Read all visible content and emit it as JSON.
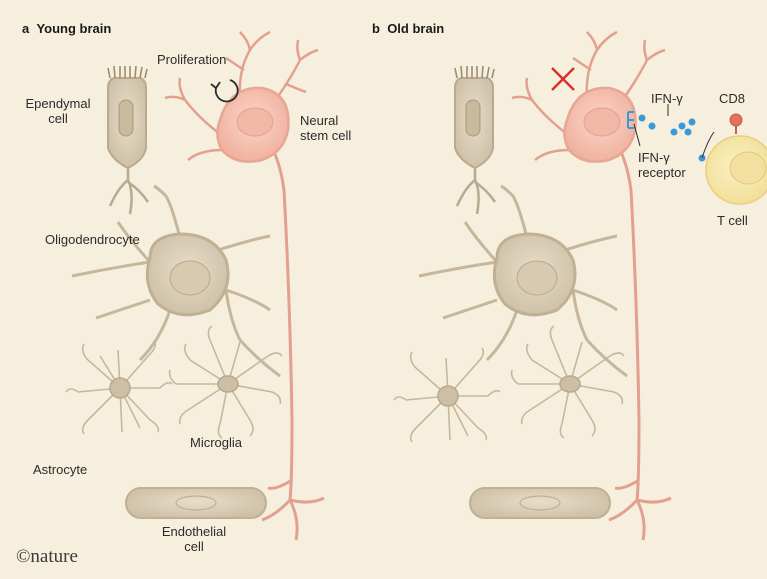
{
  "panels": {
    "a": {
      "letter": "a",
      "title": "Young brain"
    },
    "b": {
      "letter": "b",
      "title": "Old brain"
    }
  },
  "labels": {
    "ependymal": "Ependymal",
    "ependymal2": "cell",
    "proliferation": "Proliferation",
    "neural": "Neural",
    "neural2": "stem cell",
    "oligodendrocyte": "Oligodendrocyte",
    "astrocyte": "Astrocyte",
    "microglia": "Microglia",
    "endothelial": "Endothelial",
    "endothelial2": "cell",
    "ifn": "IFN-γ",
    "ifn_receptor": "IFN-γ",
    "ifn_receptor2": "receptor",
    "cd8": "CD8",
    "tcell": "T cell"
  },
  "credit": "©nature",
  "colors": {
    "background": "#f6efdd",
    "glia": "#d9cdb6",
    "glia_stroke": "#bfb097",
    "stem": "#f4c1b3",
    "stem_stroke": "#e3a08e",
    "ifn": "#3a9ad9",
    "cross": "#d9302c",
    "tcell": "#f6e7a6",
    "cd8": "#e2725e"
  }
}
